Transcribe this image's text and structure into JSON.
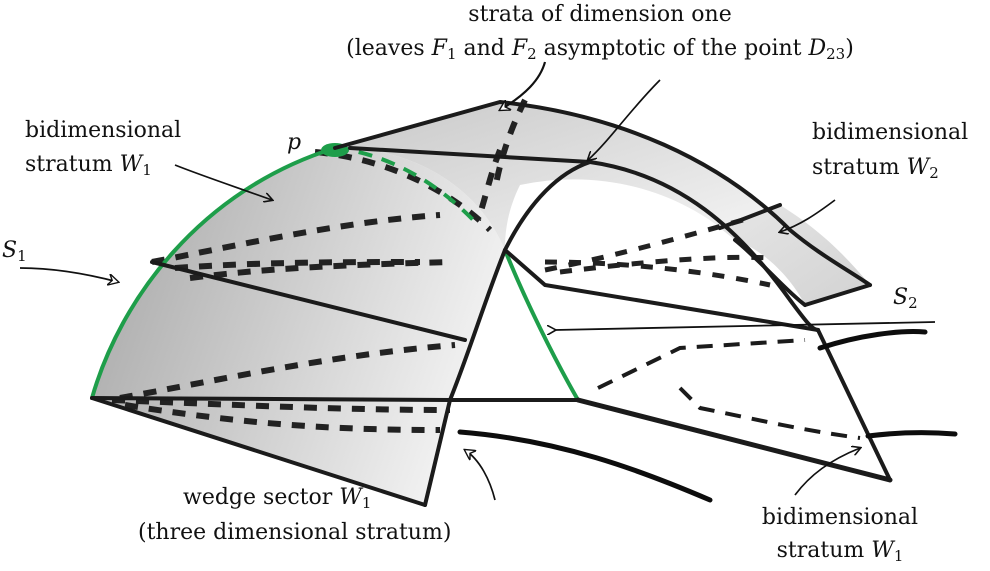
{
  "labels": {
    "strata_line1": "strata of dimension one",
    "strata_line2_pre": "(leaves ",
    "strata_F": "F",
    "strata_F1_sub": "1",
    "strata_and": " and ",
    "strata_F2_sub": "2",
    "strata_line2_mid": " asymptotic of the point ",
    "strata_D": "D",
    "strata_D_sub": "23",
    "strata_line2_end": ")",
    "bidim_w1_line1": "bidimensional",
    "bidim_w1_line2": "stratum ",
    "W": "W",
    "sub1": "1",
    "sub2": "2",
    "p": "p",
    "S": "S",
    "bidim_w2_line1": "bidimensional",
    "bidim_w2_line2": "stratum ",
    "wedge_line1": "wedge sector ",
    "wedge_line2": "(three dimensional stratum)",
    "bottom_line1": "bidimensional",
    "bottom_line2": "stratum "
  },
  "colors": {
    "stroke": "#111111",
    "green": "#1e9e4a",
    "shade_dark": "#a9a9a9",
    "shade_light": "#f2f2f2"
  }
}
